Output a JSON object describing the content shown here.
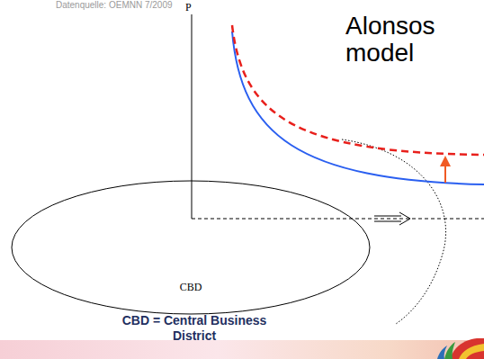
{
  "diagram": {
    "title": "Alonsos model",
    "nodes": [
      {
        "text": [
          "CBD"
        ]
      }
    ],
    "labels": [
      "Datenquelle: OEMNN 7/2009",
      "P",
      "CBD = Central Business District"
    ]
  }
}
